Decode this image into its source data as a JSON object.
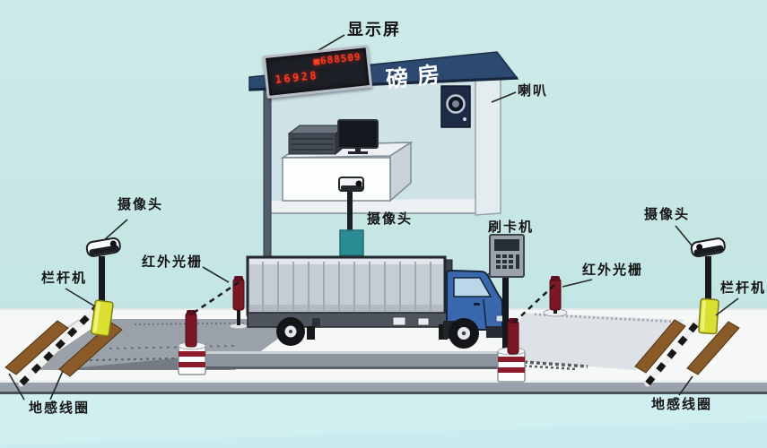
{
  "diagram": {
    "type": "truck-scale-weighbridge-system",
    "labels": {
      "display_screen": "显示屏",
      "weigh_house": "磅房",
      "speaker": "喇叭",
      "camera_booth": "摄像头",
      "camera_left": "摄像头",
      "camera_right": "摄像头",
      "card_reader": "刷卡机",
      "infrared_grating_left": "红外光栅",
      "infrared_grating_right": "红外光栅",
      "barrier_gate_left": "栏杆机",
      "barrier_gate_right": "栏杆机",
      "ground_coil_left": "地感线圈",
      "ground_coil_right": "地感线圈"
    },
    "led_display": {
      "row1": "■688509",
      "row2": "16928"
    },
    "colors": {
      "background": "#c5e7e5",
      "roof_navy": "#2c4a70",
      "led_red": "#ff3a20",
      "barrier_yellow": "#d9e032",
      "coil_brown": "#8a5a28",
      "ir_post_red": "#7d1726",
      "truck_cab_blue": "#3a68ae",
      "truck_box_gray": "#c6ccd5",
      "camera_mount_teal": "#2a8b93"
    }
  }
}
